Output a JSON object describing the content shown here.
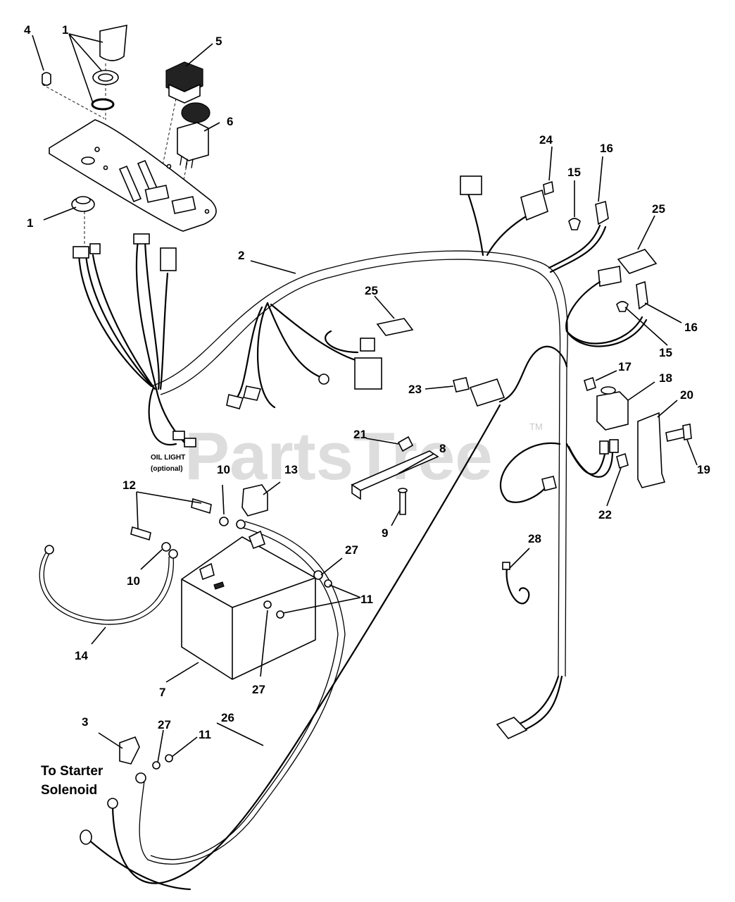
{
  "watermark": {
    "brand": "PartsTree",
    "trademark": "TM"
  },
  "notes": {
    "oil_light_line1": "OIL LIGHT",
    "oil_light_line2": "(optional)",
    "starter_line1": "To Starter",
    "starter_line2": "Solenoid"
  },
  "callouts": [
    {
      "id": "c-1a",
      "text": "1"
    },
    {
      "id": "c-1b",
      "text": "1"
    },
    {
      "id": "c-2",
      "text": "2"
    },
    {
      "id": "c-3",
      "text": "3"
    },
    {
      "id": "c-4",
      "text": "4"
    },
    {
      "id": "c-5",
      "text": "5"
    },
    {
      "id": "c-6",
      "text": "6"
    },
    {
      "id": "c-7",
      "text": "7"
    },
    {
      "id": "c-8",
      "text": "8"
    },
    {
      "id": "c-9",
      "text": "9"
    },
    {
      "id": "c-10a",
      "text": "10"
    },
    {
      "id": "c-10b",
      "text": "10"
    },
    {
      "id": "c-11a",
      "text": "11"
    },
    {
      "id": "c-11b",
      "text": "11"
    },
    {
      "id": "c-12",
      "text": "12"
    },
    {
      "id": "c-13",
      "text": "13"
    },
    {
      "id": "c-14",
      "text": "14"
    },
    {
      "id": "c-15a",
      "text": "15"
    },
    {
      "id": "c-15b",
      "text": "15"
    },
    {
      "id": "c-16a",
      "text": "16"
    },
    {
      "id": "c-16b",
      "text": "16"
    },
    {
      "id": "c-17",
      "text": "17"
    },
    {
      "id": "c-18",
      "text": "18"
    },
    {
      "id": "c-19",
      "text": "19"
    },
    {
      "id": "c-20",
      "text": "20"
    },
    {
      "id": "c-21",
      "text": "21"
    },
    {
      "id": "c-22",
      "text": "22"
    },
    {
      "id": "c-23",
      "text": "23"
    },
    {
      "id": "c-24",
      "text": "24"
    },
    {
      "id": "c-25a",
      "text": "25"
    },
    {
      "id": "c-25b",
      "text": "25"
    },
    {
      "id": "c-26",
      "text": "26"
    },
    {
      "id": "c-27a",
      "text": "27"
    },
    {
      "id": "c-27b",
      "text": "27"
    },
    {
      "id": "c-27c",
      "text": "27"
    },
    {
      "id": "c-28",
      "text": "28"
    }
  ]
}
